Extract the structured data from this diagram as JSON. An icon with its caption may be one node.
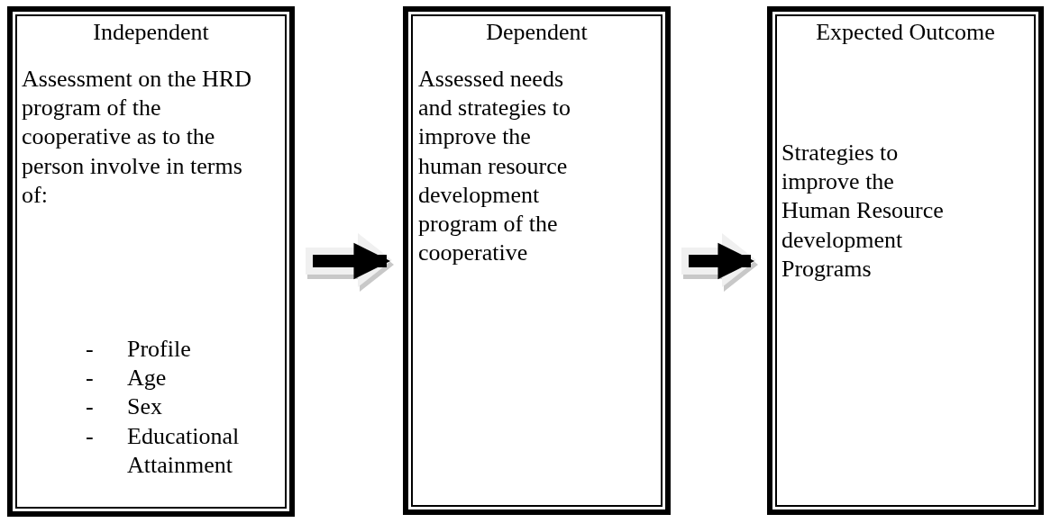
{
  "diagram": {
    "nodes": [
      {
        "text": [
          "Independent",
          "Assessment on the HRD program of the cooperative as to the person involve in terms of:",
          "-\tProfile",
          "-\tAge",
          "-\tSex",
          "-\tEducational Attainment"
        ]
      },
      {
        "text": [
          "Dependent",
          "Assessed needs and strategies to improve the human resource development program of the cooperative"
        ]
      },
      {
        "text": [
          "Expected Outcome",
          "Strategies to improve the Human Resource development Programs"
        ]
      }
    ],
    "edges": [
      {
        "from": 0,
        "to": 1,
        "arrow": "to"
      },
      {
        "from": 1,
        "to": 2,
        "arrow": "to"
      }
    ]
  }
}
